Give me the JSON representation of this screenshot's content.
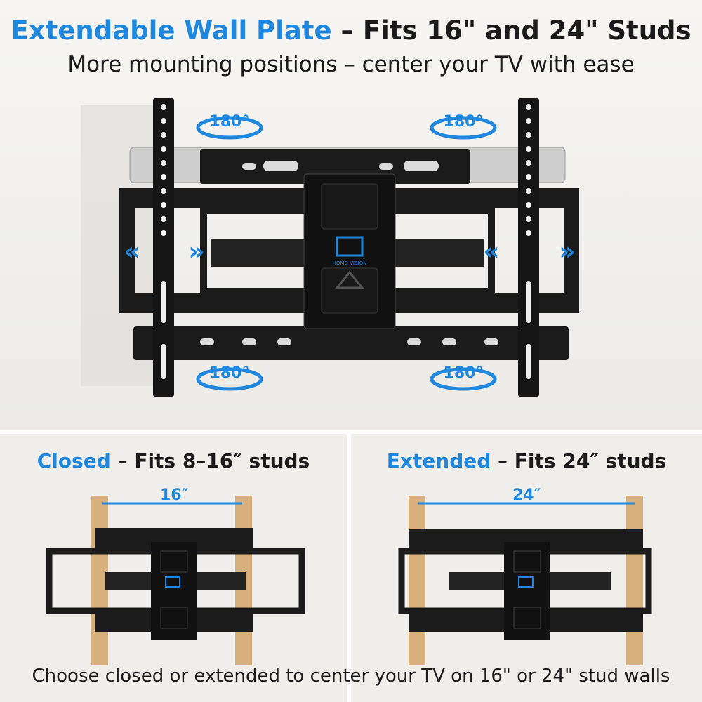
{
  "header": {
    "title_highlight": "Extendable Wall Plate",
    "title_rest": " – Fits 16\" and 24\" Studs",
    "subtitle": "More mounting positions – center your TV with ease"
  },
  "rotation_badges": [
    "180°",
    "180°",
    "180°",
    "180°"
  ],
  "brand": "HOMO VISION",
  "panels": {
    "closed": {
      "highlight": "Closed",
      "rest": " – Fits 8–16″ studs",
      "dimension": "16″"
    },
    "extended": {
      "highlight": "Extended",
      "rest": " – Fits 24″ studs",
      "dimension": "24″"
    }
  },
  "caption": "Choose closed or extended to center your TV on 16\" or 24\" stud walls",
  "colors": {
    "accent": "#1e88e0",
    "metal": "#1b1b1b",
    "wood": "#d8b07c"
  }
}
